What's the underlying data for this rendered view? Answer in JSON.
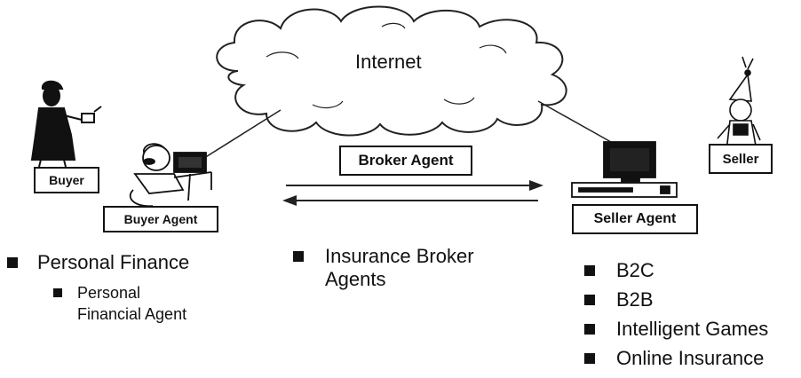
{
  "cloud": {
    "label": "Internet"
  },
  "actors": {
    "buyer": {
      "label": "Buyer"
    },
    "buyer_agent": {
      "label": "Buyer Agent"
    },
    "broker_agent": {
      "label": "Broker Agent"
    },
    "seller_agent": {
      "label": "Seller Agent"
    },
    "seller": {
      "label": "Seller"
    }
  },
  "lists": {
    "buyer": {
      "item": "Personal Finance",
      "subitem_line1": "Personal",
      "subitem_line2": "Financial Agent"
    },
    "broker": {
      "line1": "Insurance Broker",
      "line2": "Agents"
    },
    "seller": {
      "items": [
        "B2C",
        "B2B",
        "Intelligent Games",
        "Online Insurance"
      ]
    }
  }
}
